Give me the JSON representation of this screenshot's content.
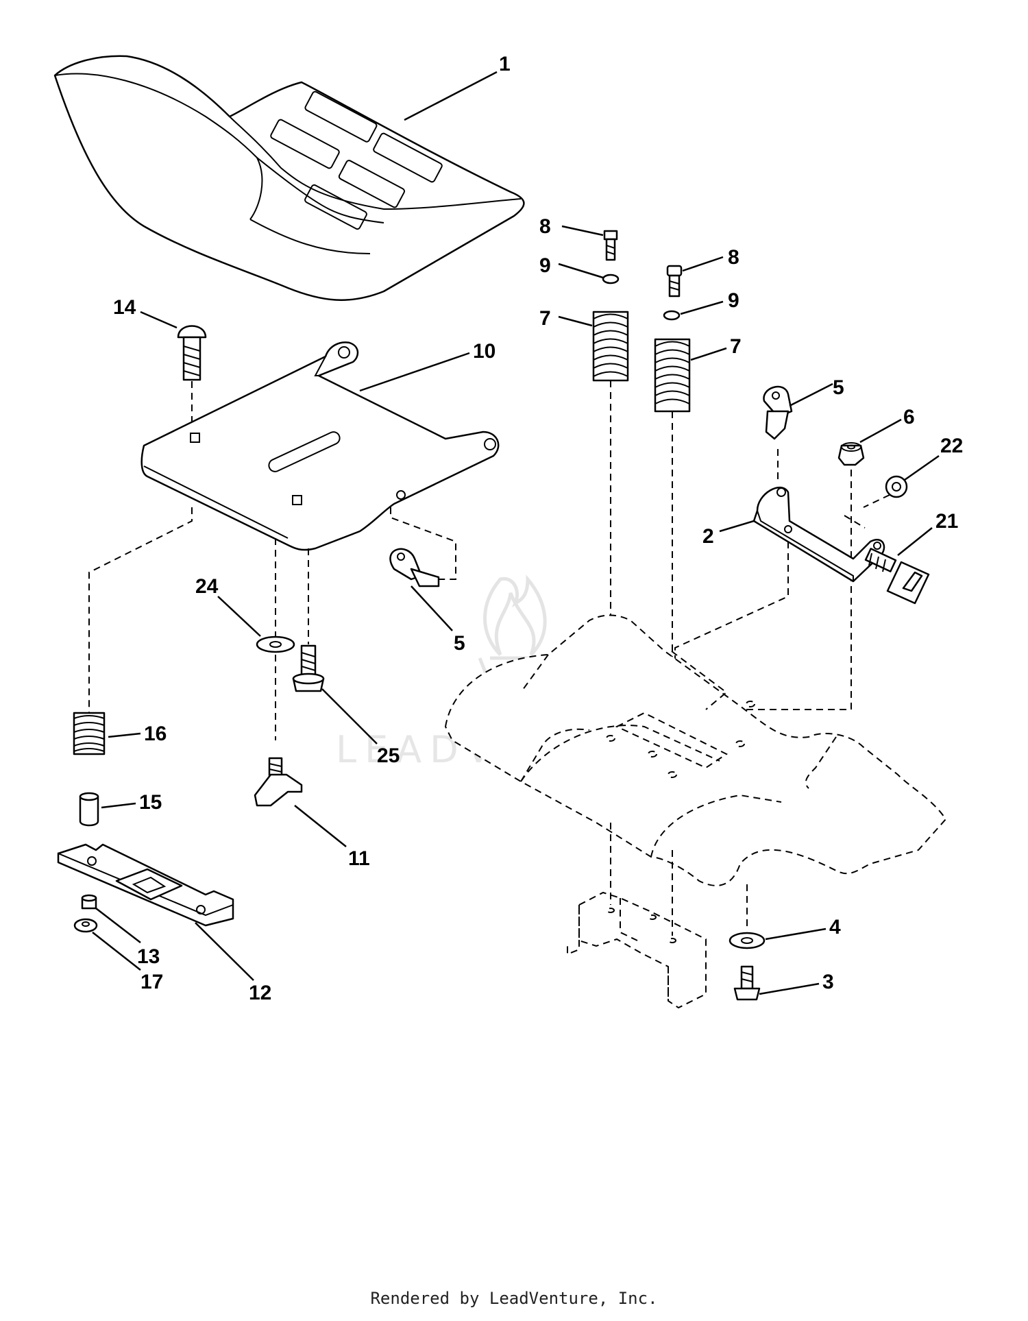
{
  "watermark": {
    "text": "LEADVENTURE"
  },
  "footer": {
    "text": "Rendered by LeadVenture, Inc."
  },
  "callouts": {
    "c1": "1",
    "c2": "2",
    "c3": "3",
    "c4": "4",
    "c5a": "5",
    "c5b": "5",
    "c6": "6",
    "c7a": "7",
    "c7b": "7",
    "c8a": "8",
    "c8b": "8",
    "c9a": "9",
    "c9b": "9",
    "c10": "10",
    "c11": "11",
    "c12": "12",
    "c13": "13",
    "c14": "14",
    "c15": "15",
    "c16": "16",
    "c17": "17",
    "c21": "21",
    "c22": "22",
    "c24": "24",
    "c25": "25"
  }
}
